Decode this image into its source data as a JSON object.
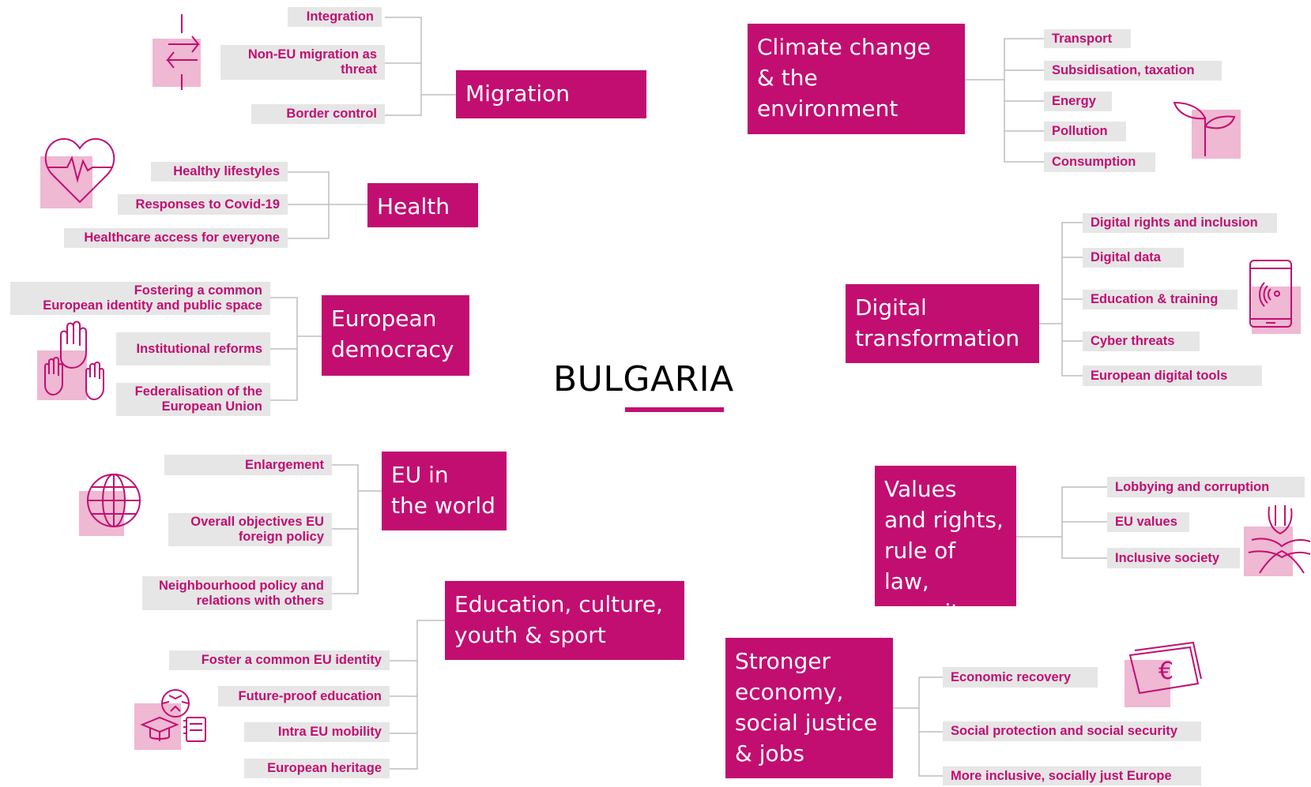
{
  "title": "BULGARIA",
  "colors": {
    "accent": "#c20e71",
    "leaf_bg": "#e6e6e6",
    "icon_square": "#efb8d3"
  },
  "topics": {
    "migration": {
      "label": "Migration",
      "items": [
        "Integration",
        "Non-EU migration as\nthreat",
        "Border control"
      ],
      "icon": "arrows-icon"
    },
    "health": {
      "label": "Health",
      "items": [
        "Healthy lifestyles",
        "Responses to Covid-19",
        "Healthcare access for everyone"
      ],
      "icon": "heartbeat-icon"
    },
    "democracy": {
      "label": "European\ndemocracy",
      "items": [
        "Fostering a common\nEuropean identity and public space",
        "Institutional reforms",
        "Federalisation of the\nEuropean Union"
      ],
      "icon": "raised-hands-icon"
    },
    "world": {
      "label": "EU in\nthe world",
      "items": [
        "Enlargement",
        "Overall objectives EU\nforeign policy",
        "Neighbourhood policy and\nrelations with others"
      ],
      "icon": "globe-icon"
    },
    "education": {
      "label": "Education, culture,\nyouth & sport",
      "items": [
        "Foster a common EU identity",
        "Future-proof education",
        "Intra EU mobility",
        "European heritage"
      ],
      "icon": "graduation-ball-icon"
    },
    "climate": {
      "label": "Climate change\n& the\nenvironment",
      "items": [
        "Transport",
        "Subsidisation, taxation",
        "Energy",
        "Pollution",
        "Consumption"
      ],
      "icon": "sprout-icon"
    },
    "digital": {
      "label": "Digital\ntransformation",
      "items": [
        "Digital rights and inclusion",
        "Digital data",
        "Education & training",
        "Cyber threats",
        "European digital tools"
      ],
      "icon": "smartphone-icon"
    },
    "values": {
      "label": "Values\nand rights,\nrule of law,\nsecurity",
      "items": [
        "Lobbying and corruption",
        "EU values",
        "Inclusive society"
      ],
      "icon": "joined-hands-icon"
    },
    "economy": {
      "label": "Stronger\neconomy,\nsocial justice\n& jobs",
      "items": [
        "Economic recovery",
        "Social protection and social security",
        "More inclusive, socially just Europe"
      ],
      "icon": "euro-banknote-icon"
    }
  }
}
